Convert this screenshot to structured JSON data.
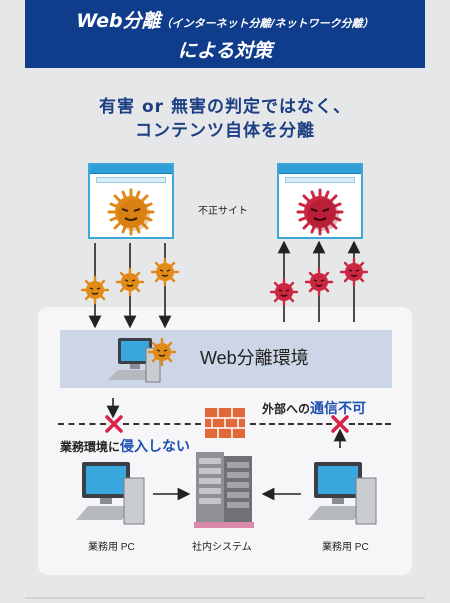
{
  "header": {
    "title_main": "Web分離",
    "title_paren": "（インターネット分離/ネットワーク分離）",
    "title_line2": "による対策"
  },
  "subtitle": {
    "line1": "有害 or 無害の判定ではなく、",
    "line2": "コンテンツ自体を分離"
  },
  "diagram": {
    "malicious_site_label": "不正サイト",
    "zone_label": "Web分離環境",
    "left_note_prefix": "業務環境に",
    "left_note_emphasis": "侵入しない",
    "right_note_prefix": "外部への",
    "right_note_emphasis": "通信不可",
    "left_pc_label": "業務用 PC",
    "server_label": "社内システム",
    "right_pc_label": "業務用 PC"
  },
  "colors": {
    "header_bg": "#0f3d8c",
    "subtitle_text": "#1c3f84",
    "emphasis_text": "#1d4fb3",
    "virus_orange": "#e08a18",
    "virus_red": "#cc2740",
    "zone_bg": "#cdd6e6",
    "block_mark": "#d9224a",
    "firewall": "#e0683a"
  }
}
